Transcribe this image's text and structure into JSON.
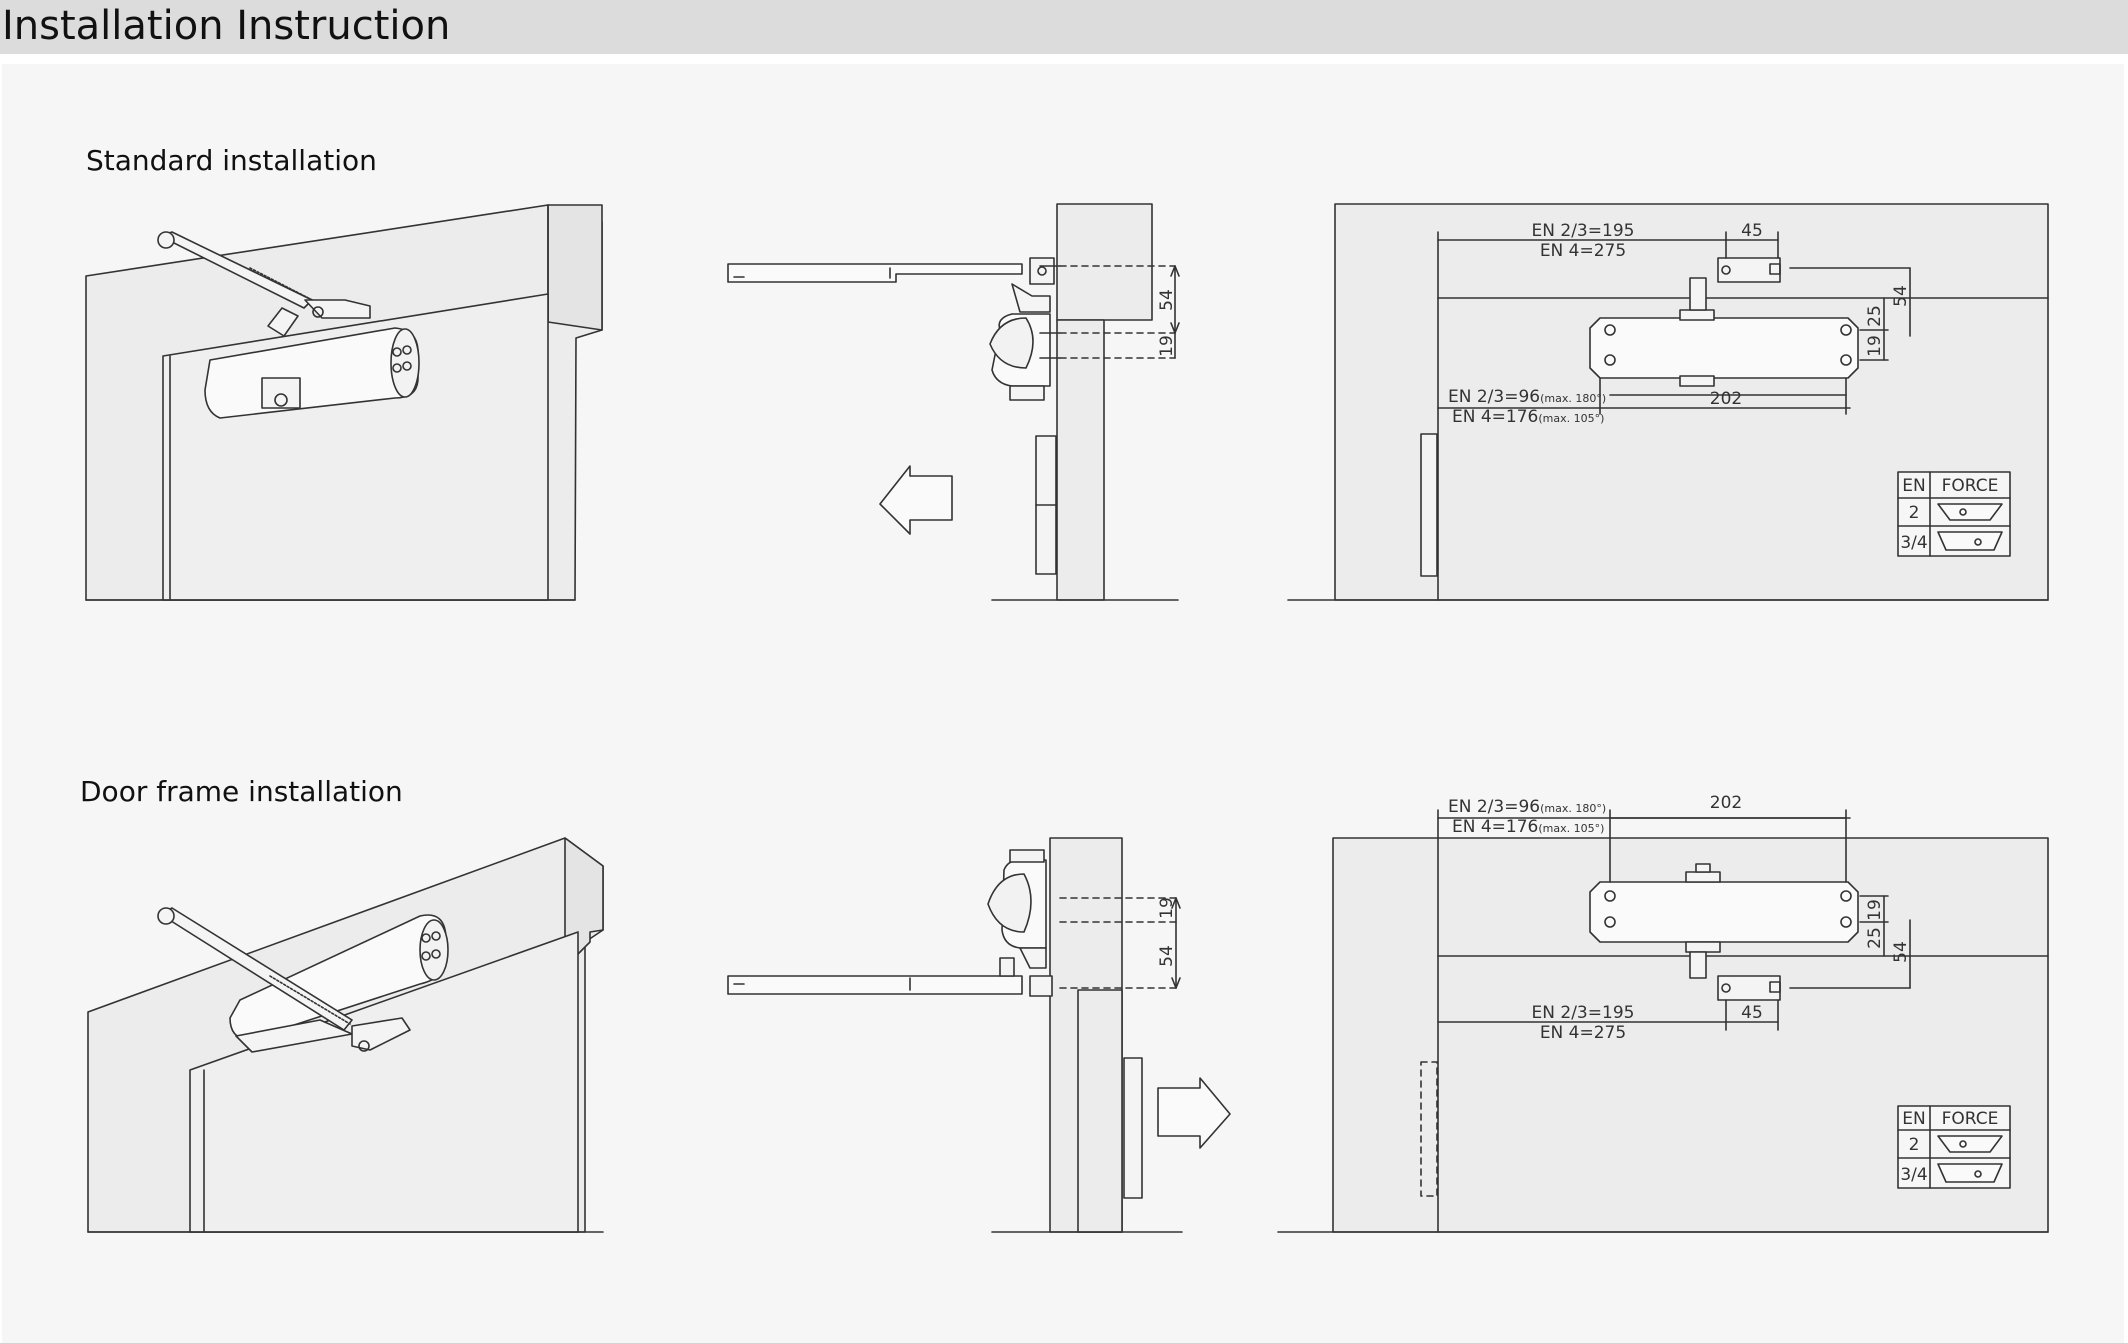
{
  "page": {
    "title": "Installation Instruction"
  },
  "standard": {
    "heading": "Standard installation",
    "side_dims": {
      "d54": "54",
      "d19": "19"
    },
    "front": {
      "en23_195": "EN 2/3=195",
      "en4_275": "EN 4=275",
      "d45": "45",
      "d54": "54",
      "d25": "25",
      "d19": "19",
      "en23_96": "EN 2/3=96",
      "en23_96_note": "(max. 180°)",
      "en4_176": "EN 4=176",
      "en4_176_note": "(max. 105°)",
      "d202": "202"
    },
    "force_table": {
      "header_en": "EN",
      "header_force": "FORCE",
      "row1_en": "2",
      "row2_en": "3/4"
    }
  },
  "frame": {
    "heading": "Door frame installation",
    "side_dims": {
      "d19": "19",
      "d54": "54"
    },
    "front": {
      "en23_96": "EN 2/3=96",
      "en23_96_note": "(max. 180°)",
      "en4_176": "EN 4=176",
      "en4_176_note": "(max. 105°)",
      "d202": "202",
      "d19": "19",
      "d25": "25",
      "d54": "54",
      "en23_195": "EN 2/3=195",
      "en4_275": "EN 4=275",
      "d45": "45"
    },
    "force_table": {
      "header_en": "EN",
      "header_force": "FORCE",
      "row1_en": "2",
      "row2_en": "3/4"
    }
  },
  "colors": {
    "line": "#333333",
    "fill": "#ececec",
    "fill_light": "#fafafa",
    "title_bar": "#dcdcdc",
    "panel": "#f6f6f6"
  }
}
